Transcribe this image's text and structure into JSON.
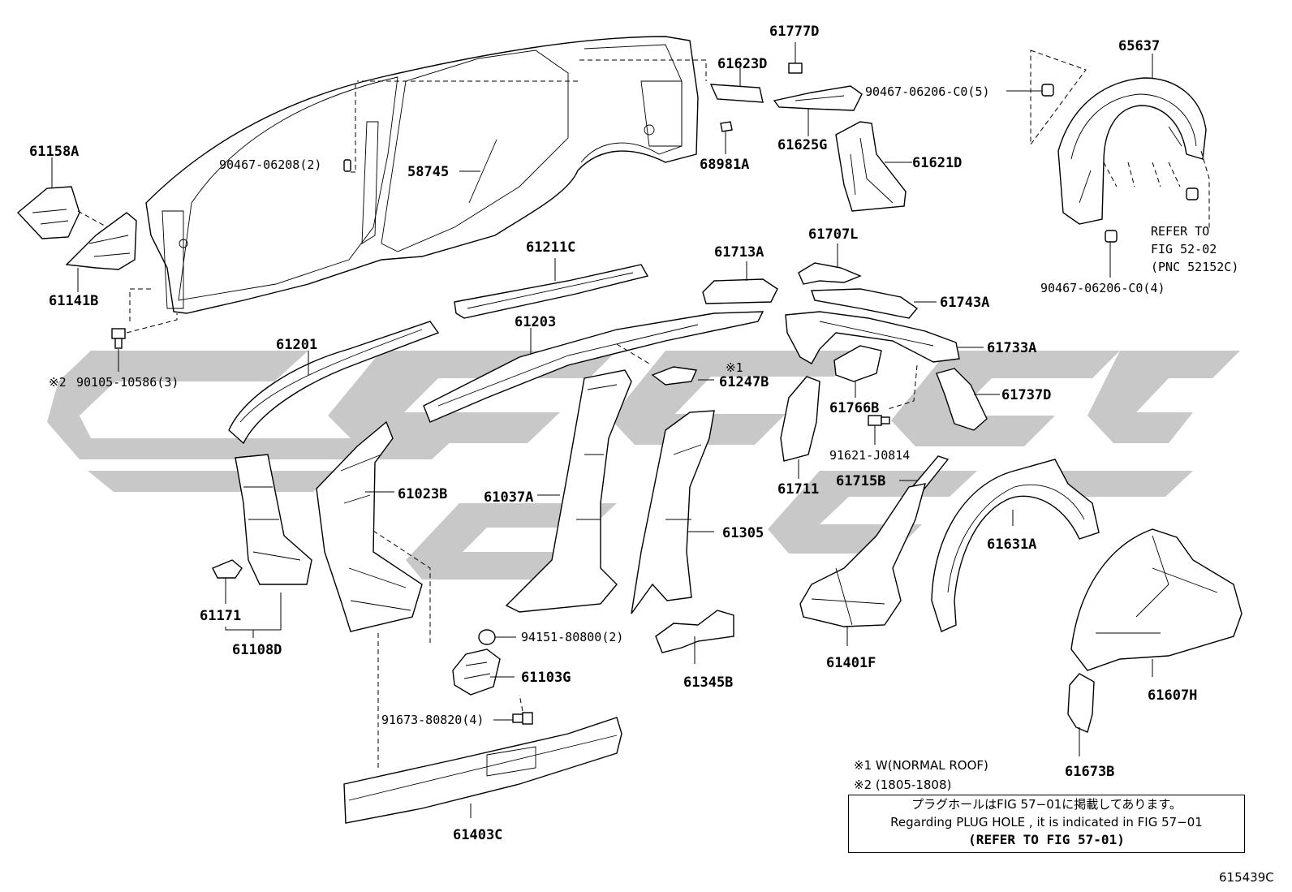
{
  "watermark_color": "#c8c8c8",
  "labels": {
    "p61158A": "61158A",
    "p61141B": "61141B",
    "p90467_06208": "90467-06208(2)",
    "p58745": "58745",
    "p68981A": "68981A",
    "p61777D": "61777D",
    "p61623D": "61623D",
    "p61625G": "61625G",
    "p61621D": "61621D",
    "p65637": "65637",
    "p90467_06206_5": "90467-06206-C0(5)",
    "refer_line1": "REFER TO",
    "refer_line2": "FIG 52-02",
    "refer_line3": "(PNC 52152C)",
    "p90467_06206_4": "90467-06206-C0(4)",
    "p61211C": "61211C",
    "p61713A": "61713A",
    "p61707L": "61707L",
    "p61743A": "61743A",
    "p61733A": "61733A",
    "p61201": "61201",
    "p61203": "61203",
    "mark1": "※1",
    "p61247B": "61247B",
    "p90105_prefix": "※2",
    "p90105": "90105-10586(3)",
    "p61766B": "61766B",
    "p61737D": "61737D",
    "p91621": "91621-J0814",
    "p61711": "61711",
    "p61715B": "61715B",
    "p61023B": "61023B",
    "p61037A": "61037A",
    "p61305": "61305",
    "p61631A": "61631A",
    "p61171": "61171",
    "p61108D": "61108D",
    "p94151": "94151-80800(2)",
    "p61103G": "61103G",
    "p61345B": "61345B",
    "p61401F": "61401F",
    "p61607H": "61607H",
    "p91673": "91673-80820(4)",
    "p61403C": "61403C",
    "p61673B": "61673B"
  },
  "notes": {
    "note1": "※1 W(NORMAL ROOF)",
    "note2": "※2 (1805-1808)"
  },
  "plug_box": {
    "jp": "プラグホールはFIG 57−01に掲載してあります。",
    "en": "Regarding PLUG HOLE , it is indicated in FIG 57−01",
    "refer": "(REFER TO FIG 57-01)"
  },
  "figure_number": "615439C"
}
